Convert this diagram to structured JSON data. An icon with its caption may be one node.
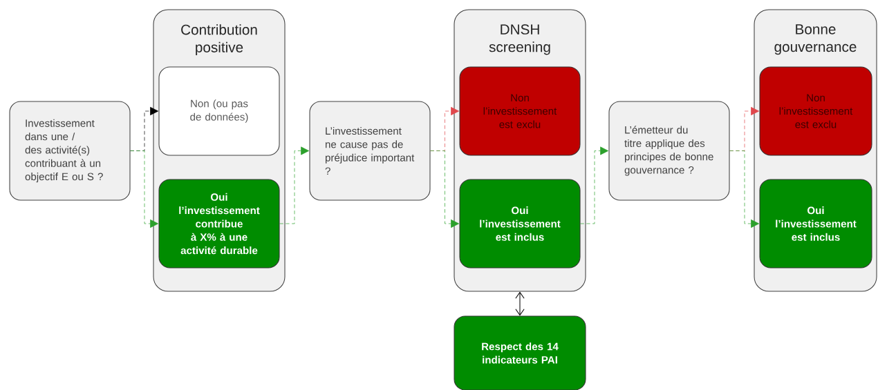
{
  "diagram": {
    "nodes": [
      {
        "text": [
          "Investissement dans une / des activité(s) contribuant à un objectif E ou S ?"
        ]
      },
      {
        "text": [
          "Contribution positive"
        ]
      },
      {
        "text": [
          "Non (ou pas de données)"
        ],
        "in": 1
      },
      {
        "text": [
          "Oui l’investissement contribue à X% à une activité durable"
        ],
        "in": 1
      },
      {
        "text": [
          "L’investissement ne cause pas de préjudice important ?"
        ]
      },
      {
        "text": [
          "DNSH screening"
        ]
      },
      {
        "text": [
          "Non l’investissement est exclu"
        ],
        "in": 5
      },
      {
        "text": [
          "Oui l’investissement est inclus"
        ],
        "in": 5
      },
      {
        "text": [
          "L’émetteur du titre applique des principes de bonne gouvernance ?"
        ]
      },
      {
        "text": [
          "Bonne gouvernance"
        ]
      },
      {
        "text": [
          "Non l’investissement est exclu"
        ],
        "in": 9
      },
      {
        "text": [
          "Oui l’investissement est inclus"
        ],
        "in": 9
      },
      {
        "text": [
          "Respect des 14 indicateurs PAI"
        ]
      }
    ],
    "edges": [
      {
        "from": 0,
        "to": 2,
        "arrow": "to",
        "style": "dashed",
        "color": "#000000"
      },
      {
        "from": 0,
        "to": 3,
        "arrow": "to",
        "style": "dashed",
        "color": "#2ca02c"
      },
      {
        "from": 3,
        "to": 4,
        "arrow": "to",
        "style": "dashed",
        "color": "#2ca02c"
      },
      {
        "from": 4,
        "to": 6,
        "arrow": "to",
        "style": "dashed",
        "color": "#e0474c"
      },
      {
        "from": 4,
        "to": 7,
        "arrow": "to",
        "style": "dashed",
        "color": "#2ca02c"
      },
      {
        "from": 7,
        "to": 8,
        "arrow": "to",
        "style": "dashed",
        "color": "#2ca02c"
      },
      {
        "from": 8,
        "to": 10,
        "arrow": "to",
        "style": "dashed",
        "color": "#e0474c"
      },
      {
        "from": 8,
        "to": 11,
        "arrow": "to",
        "style": "dashed",
        "color": "#2ca02c"
      },
      {
        "from": 5,
        "to": 12,
        "arrow": "both",
        "color": "#000000"
      }
    ]
  }
}
